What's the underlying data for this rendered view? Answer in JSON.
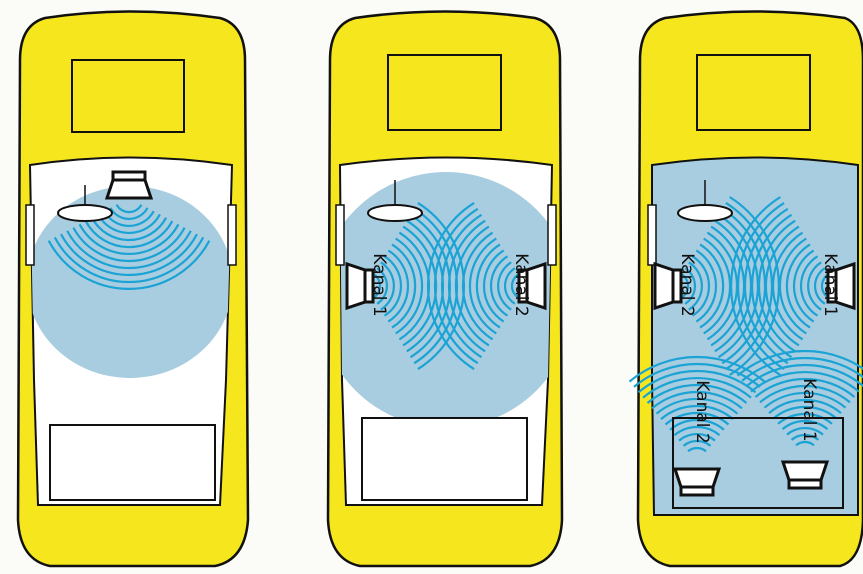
{
  "colors": {
    "body": "#f5e61e",
    "outline": "#111111",
    "glass": "#ffffff",
    "sound_fill": "#a9cde0",
    "waves": "#1aa3d4",
    "background": "#fbfbf8"
  },
  "panels": [
    {
      "speakers": [
        {
          "icon": "speaker-icon",
          "facing": "down"
        }
      ],
      "labels": []
    },
    {
      "speakers": [
        {
          "icon": "speaker-icon",
          "facing": "right"
        },
        {
          "icon": "speaker-icon",
          "facing": "left"
        }
      ],
      "labels": [
        {
          "text": "Kanal 1"
        },
        {
          "text": "Kanal 2"
        }
      ]
    },
    {
      "speakers": [
        {
          "icon": "speaker-icon",
          "facing": "right"
        },
        {
          "icon": "speaker-icon",
          "facing": "left"
        },
        {
          "icon": "speaker-icon",
          "facing": "up"
        },
        {
          "icon": "speaker-icon",
          "facing": "up"
        }
      ],
      "labels": [
        {
          "text": "Kanal 2"
        },
        {
          "text": "Kanal 1"
        },
        {
          "text": "Kanal 2"
        },
        {
          "text": "Kanal 1"
        }
      ]
    }
  ]
}
